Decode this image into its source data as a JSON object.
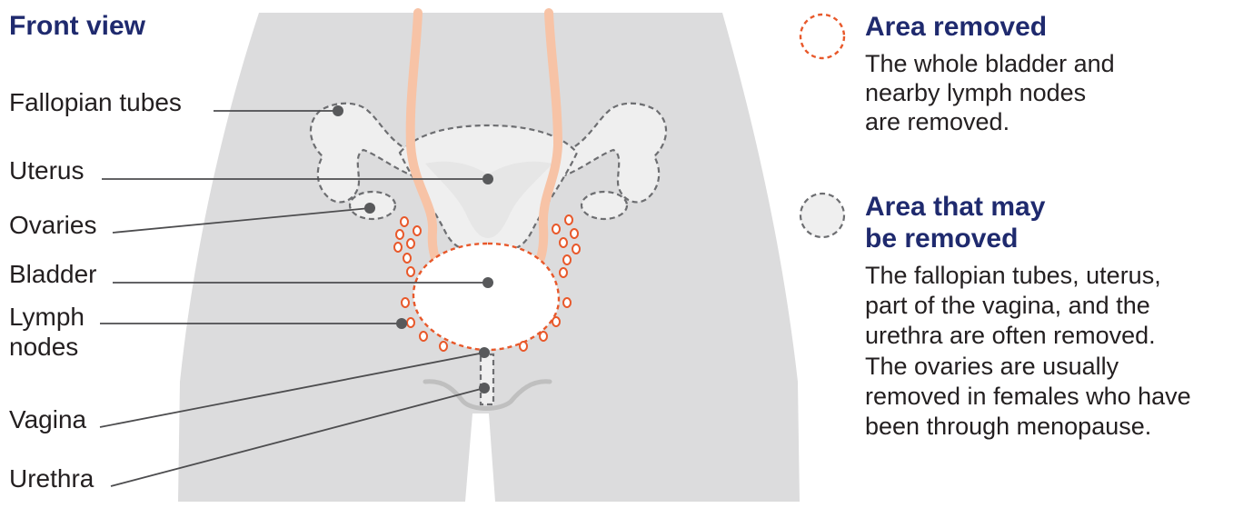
{
  "title": "Front view",
  "labels": {
    "fallopian_tubes": "Fallopian tubes",
    "uterus": "Uterus",
    "ovaries": "Ovaries",
    "bladder": "Bladder",
    "lymph_nodes_line1": "Lymph",
    "lymph_nodes_line2": "nodes",
    "vagina": "Vagina",
    "urethra": "Urethra"
  },
  "legend": {
    "removed": {
      "title": "Area removed",
      "lines": [
        "The whole bladder and",
        "nearby lymph nodes",
        "are removed."
      ]
    },
    "may_be_removed": {
      "title_lines": [
        "Area that may",
        "be removed"
      ],
      "lines": [
        "The fallopian tubes, uterus,",
        "part of the vagina, and the",
        "urethra are often removed.",
        "The ovaries are usually",
        "removed in females who have",
        "been through menopause."
      ]
    }
  },
  "colors": {
    "title": "#1f2a6e",
    "body_silhouette": "#dcdcdd",
    "organ_fill": "#efefef",
    "ureter": "#f7c3a6",
    "removed_outline": "#e8582a",
    "dashed_outline": "#6d6e71",
    "leader_line": "#4d4d4f",
    "text": "#231f20"
  }
}
